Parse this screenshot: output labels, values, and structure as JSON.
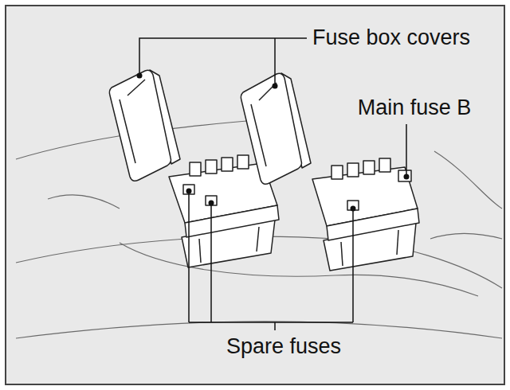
{
  "diagram": {
    "labels": [
      "Fuse box covers",
      "Main fuse B",
      "Spare fuses"
    ]
  }
}
